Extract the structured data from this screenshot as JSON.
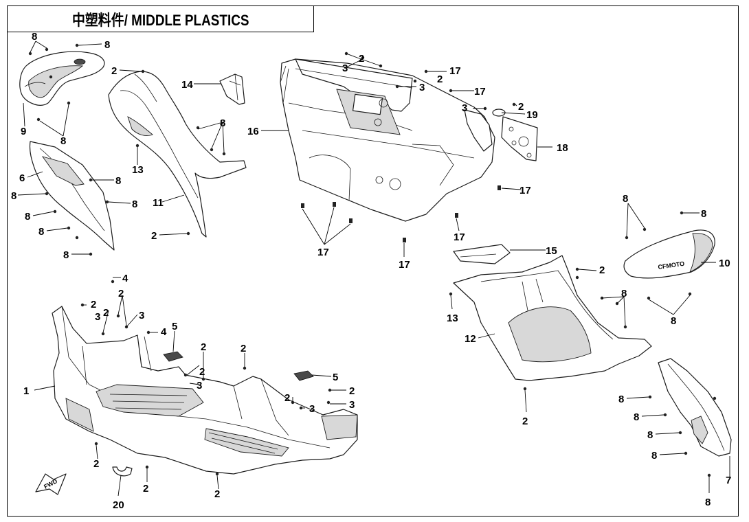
{
  "title": "中塑料件/ MIDDLE PLASTICS",
  "fwd_label": "FWD",
  "logo_text": "CFMOTO",
  "callouts": [
    {
      "n": "8"
    },
    {
      "n": "8"
    },
    {
      "n": "9"
    },
    {
      "n": "8"
    },
    {
      "n": "2"
    },
    {
      "n": "14"
    },
    {
      "n": "8"
    },
    {
      "n": "13"
    },
    {
      "n": "11"
    },
    {
      "n": "2"
    },
    {
      "n": "6"
    },
    {
      "n": "8"
    },
    {
      "n": "8"
    },
    {
      "n": "8"
    },
    {
      "n": "8"
    },
    {
      "n": "8"
    },
    {
      "n": "8"
    },
    {
      "n": "2"
    },
    {
      "n": "3"
    },
    {
      "n": "2"
    },
    {
      "n": "3"
    },
    {
      "n": "17"
    },
    {
      "n": "17"
    },
    {
      "n": "3"
    },
    {
      "n": "2"
    },
    {
      "n": "19"
    },
    {
      "n": "18"
    },
    {
      "n": "16"
    },
    {
      "n": "17"
    },
    {
      "n": "17"
    },
    {
      "n": "17"
    },
    {
      "n": "17"
    },
    {
      "n": "8"
    },
    {
      "n": "8"
    },
    {
      "n": "10"
    },
    {
      "n": "8"
    },
    {
      "n": "15"
    },
    {
      "n": "2"
    },
    {
      "n": "13"
    },
    {
      "n": "8"
    },
    {
      "n": "12"
    },
    {
      "n": "2"
    },
    {
      "n": "8"
    },
    {
      "n": "8"
    },
    {
      "n": "8"
    },
    {
      "n": "8"
    },
    {
      "n": "7"
    },
    {
      "n": "8"
    },
    {
      "n": "4"
    },
    {
      "n": "2"
    },
    {
      "n": "2"
    },
    {
      "n": "3"
    },
    {
      "n": "3"
    },
    {
      "n": "2"
    },
    {
      "n": "4"
    },
    {
      "n": "1"
    },
    {
      "n": "5"
    },
    {
      "n": "2"
    },
    {
      "n": "2"
    },
    {
      "n": "3"
    },
    {
      "n": "2"
    },
    {
      "n": "5"
    },
    {
      "n": "2"
    },
    {
      "n": "3"
    },
    {
      "n": "2"
    },
    {
      "n": "3"
    },
    {
      "n": "2"
    },
    {
      "n": "2"
    },
    {
      "n": "2"
    },
    {
      "n": "20"
    }
  ]
}
